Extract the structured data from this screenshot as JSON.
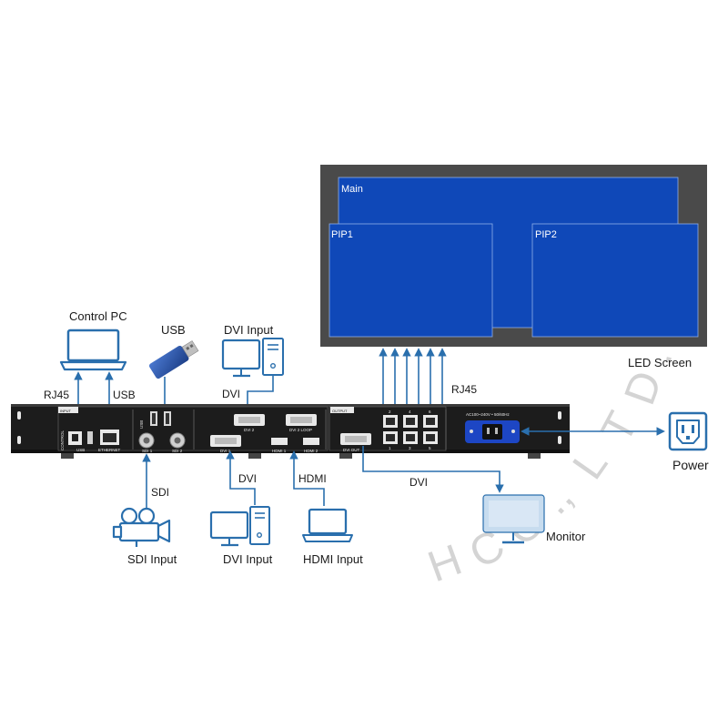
{
  "watermark": {
    "segments": [
      "H",
      "C",
      "O",
      ".,",
      "L",
      "T",
      "D",
      "."
    ]
  },
  "screen": {
    "caption": "LED Screen",
    "windows": {
      "main": "Main",
      "pip1": "PIP1",
      "pip2": "PIP2"
    }
  },
  "labels": {
    "control_pc": "Control PC",
    "usb_device": "USB",
    "dvi_input_top": "DVI Input",
    "rj45_left": "RJ45",
    "usb_link": "USB",
    "dvi_top_link": "DVI",
    "rj45_right": "RJ45",
    "power": "Power",
    "sdi_link": "SDI",
    "dvi_bottom_link": "DVI",
    "hdmi_link": "HDMI",
    "dvi_out_link": "DVI",
    "monitor": "Monitor",
    "sdi_input": "SDI Input",
    "dvi_input_bottom": "DVI Input",
    "hdmi_input": "HDMI Input"
  },
  "panel": {
    "input_tag": "INPUT",
    "output_tag": "OUTPUT",
    "control_tag": "CONTROL",
    "usb_tag": "USB",
    "usb_port": "USB",
    "ethernet_port": "ETHERNET",
    "sdi1": "SDI 1",
    "sdi2": "SDI 2",
    "dvi2": "DVI 2",
    "dvi2_loop": "DVI 2 LOOP",
    "dvi1": "DVI 1",
    "hdmi1": "HDMI 1",
    "hdmi2": "HDMI 2",
    "dvi_out": "DVI OUT",
    "port_top": [
      "2",
      "4",
      "6"
    ],
    "port_bottom": [
      "1",
      "3",
      "5"
    ],
    "power_rating": "AC100~240V • 50/60Hz"
  },
  "colors": {
    "arrow": "#2a6fad",
    "screen_blue": "#0f48b8",
    "screen_frame": "#4a4a4a",
    "device_body": "#1c1c1c",
    "power_socket": "#1d46c4",
    "icon_blue": "#2a6fad"
  }
}
